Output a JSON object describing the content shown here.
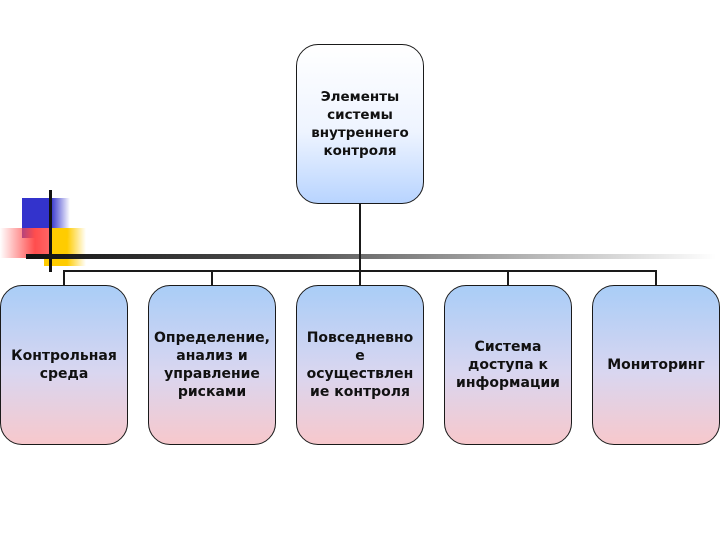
{
  "diagram": {
    "root": {
      "label": "Элементы\nсистемы\nвнутреннего\nконтроля"
    },
    "children": [
      {
        "label": "Контрольная\nсреда"
      },
      {
        "label": "Определение,\nанализ и\nуправление\nрисками"
      },
      {
        "label": "Повседневно\nе\nосуществлен\nие контроля"
      },
      {
        "label": "Система\nдоступа к\nинформации"
      },
      {
        "label": "Мониторинг"
      }
    ]
  },
  "colors": {
    "accent_blue": "#3333cc",
    "accent_red": "#ff3333",
    "accent_yellow": "#ffcc00",
    "line": "#1a1a1a",
    "box_top": "#a9cdf7",
    "box_bottom": "#f7c8cc"
  }
}
